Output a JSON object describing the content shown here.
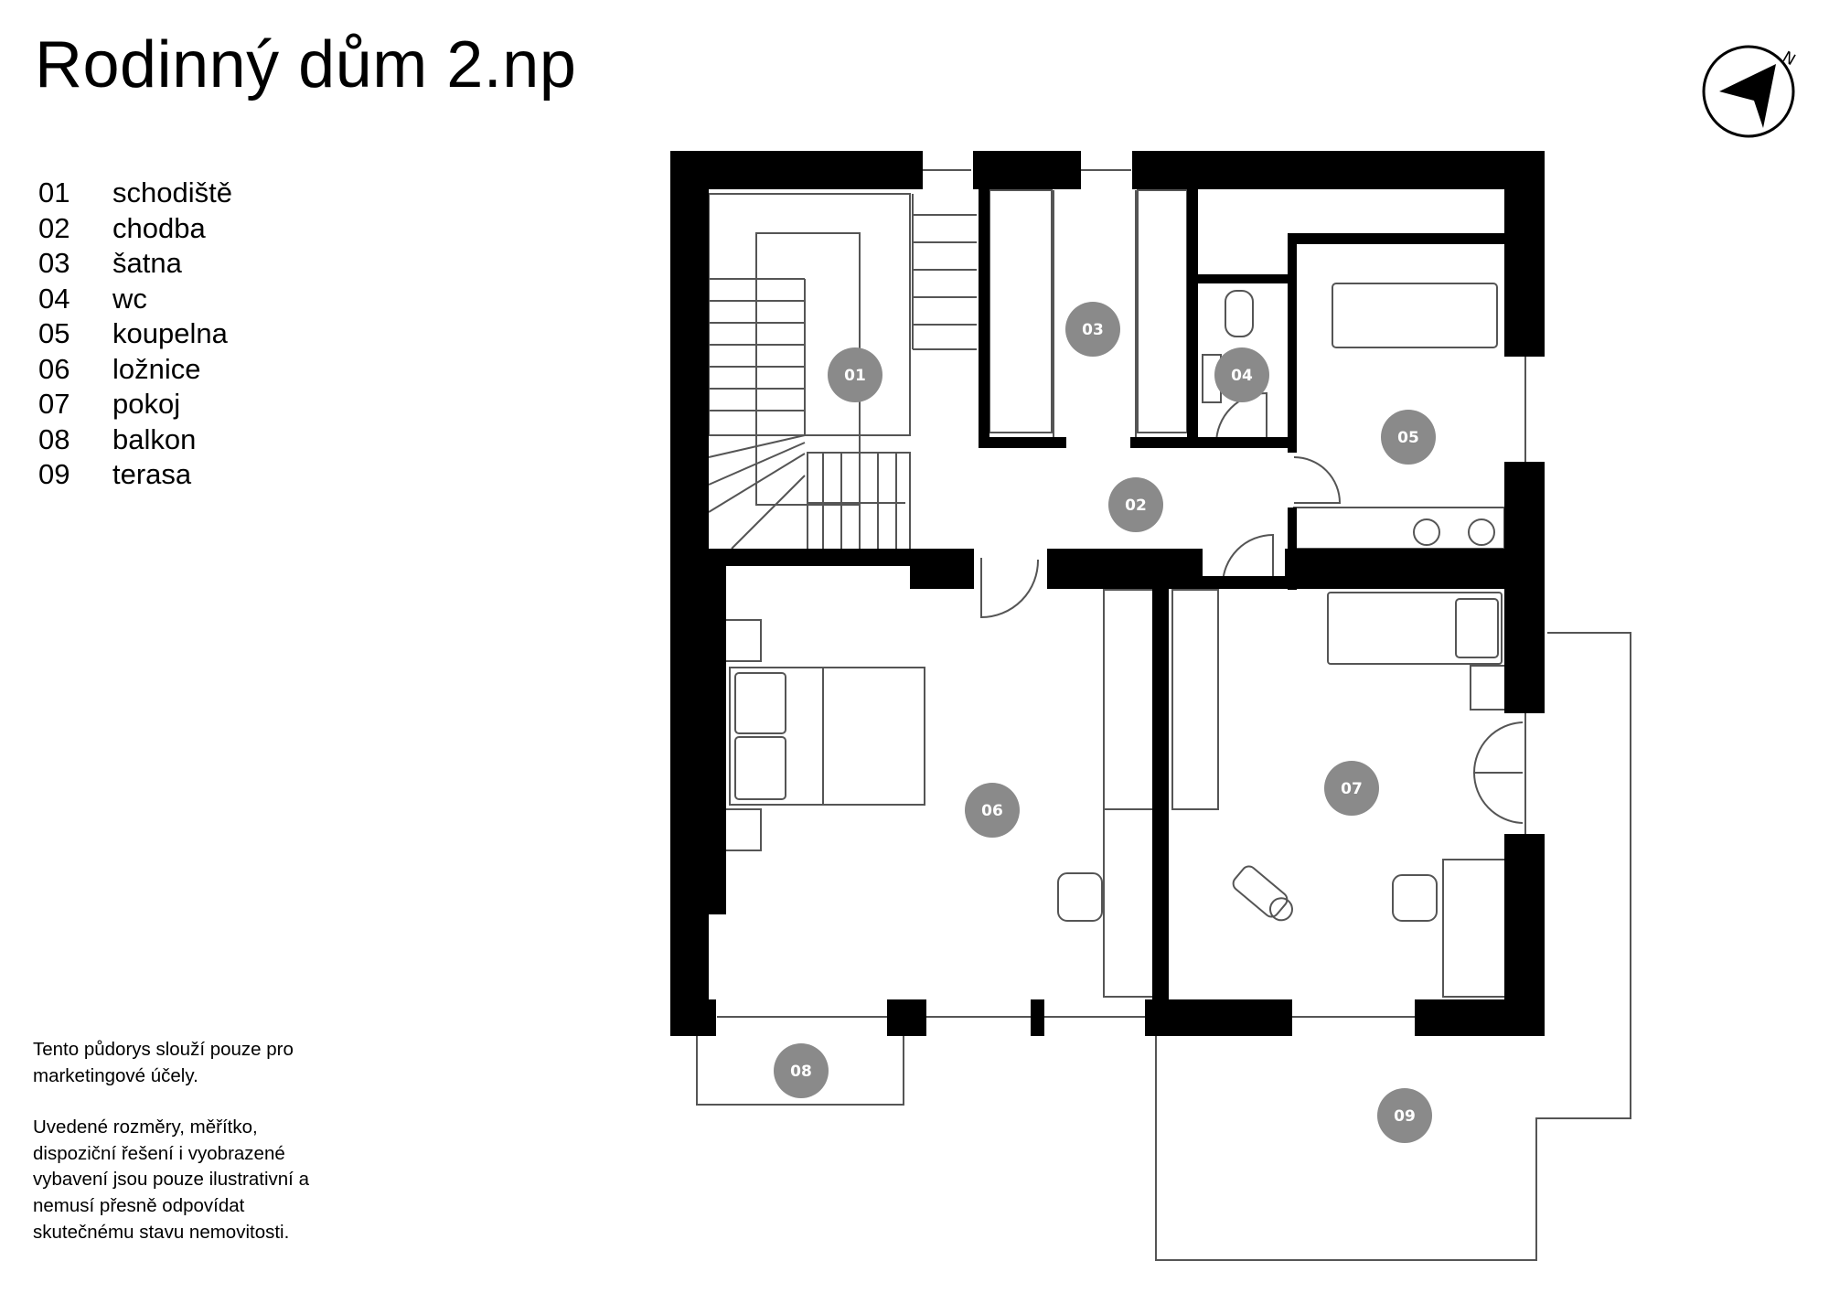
{
  "title": "Rodinný dům 2.np",
  "legend": [
    {
      "num": "01",
      "label": "schodiště"
    },
    {
      "num": "02",
      "label": "chodba"
    },
    {
      "num": "03",
      "label": "šatna"
    },
    {
      "num": "04",
      "label": "wc"
    },
    {
      "num": "05",
      "label": "koupelna"
    },
    {
      "num": "06",
      "label": "ložnice"
    },
    {
      "num": "07",
      "label": "pokoj"
    },
    {
      "num": "08",
      "label": "balkon"
    },
    {
      "num": "09",
      "label": "terasa"
    }
  ],
  "room_badges": {
    "r01": "01",
    "r02": "02",
    "r03": "03",
    "r04": "04",
    "r05": "05",
    "r06": "06",
    "r07": "07",
    "r08": "08",
    "r09": "09"
  },
  "disclaimer": {
    "p1": "Tento půdorys slouží pouze pro marketingové účely.",
    "p2": "Uvedené rozměry, měřítko, dispoziční řešení i vyobrazené vybavení jsou pouze ilustrativní a nemusí přesně odpovídat skutečnému stavu nemovitosti."
  },
  "compass": {
    "letter": "N",
    "icon": "north-arrow-icon"
  },
  "colors": {
    "wall": "#000000",
    "badge": "#8a8a8a",
    "line": "#555555"
  }
}
